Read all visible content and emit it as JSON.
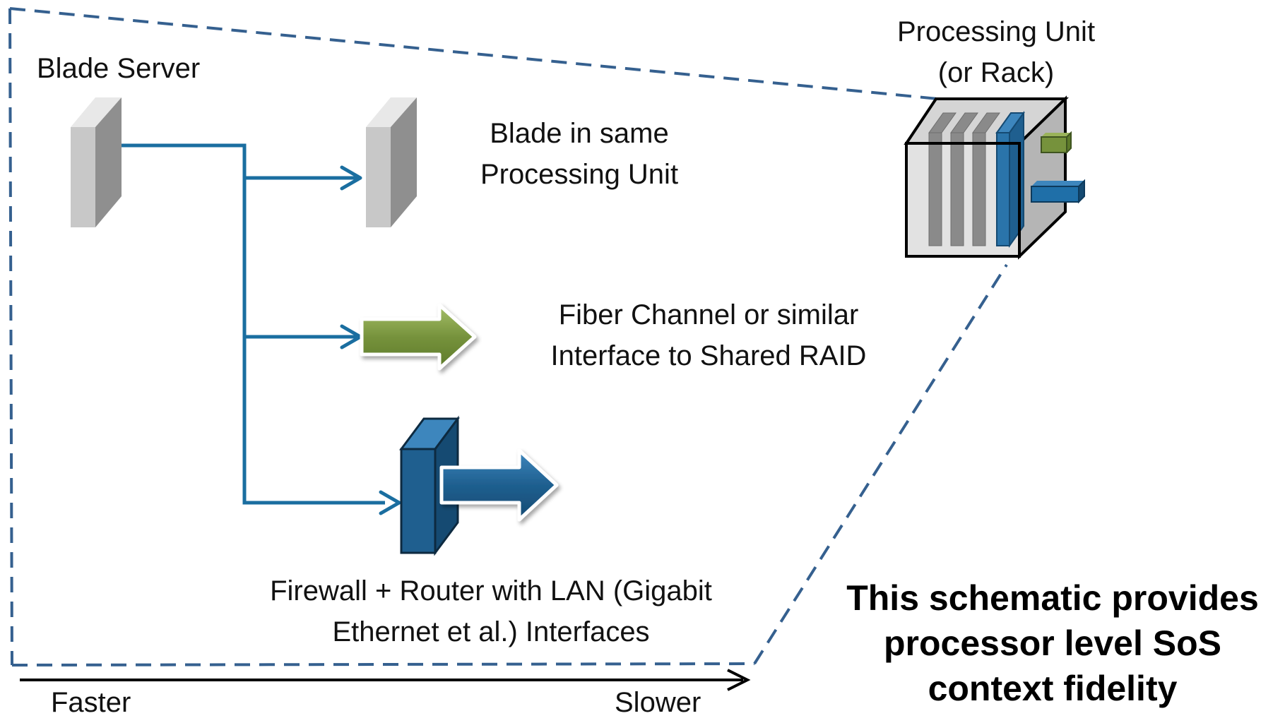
{
  "labels": {
    "blade_server": "Blade Server",
    "blade_same_unit": [
      "Blade in same",
      "Processing Unit"
    ],
    "fiber_channel": [
      "Fiber Channel or similar",
      "Interface to Shared RAID"
    ],
    "firewall_router": [
      "Firewall + Router with LAN (Gigabit",
      "Ethernet et al.) Interfaces"
    ],
    "processing_unit": [
      "Processing Unit",
      "(or Rack)"
    ],
    "caption": [
      "This schematic provides",
      "processor level SoS",
      "context fidelity"
    ],
    "axis_faster": "Faster",
    "axis_slower": "Slower"
  },
  "colors": {
    "connector_blue": "#1a6ea0",
    "dash_blue": "#35608f",
    "fiber_green": "#76923c",
    "firewall_blue": "#1f5f8f",
    "blade_gray": "#c8c8c8"
  },
  "icons": [
    "blade-server-icon",
    "blade-peer-icon",
    "fiber-channel-arrow-icon",
    "firewall-router-icon",
    "processing-unit-rack-icon"
  ]
}
